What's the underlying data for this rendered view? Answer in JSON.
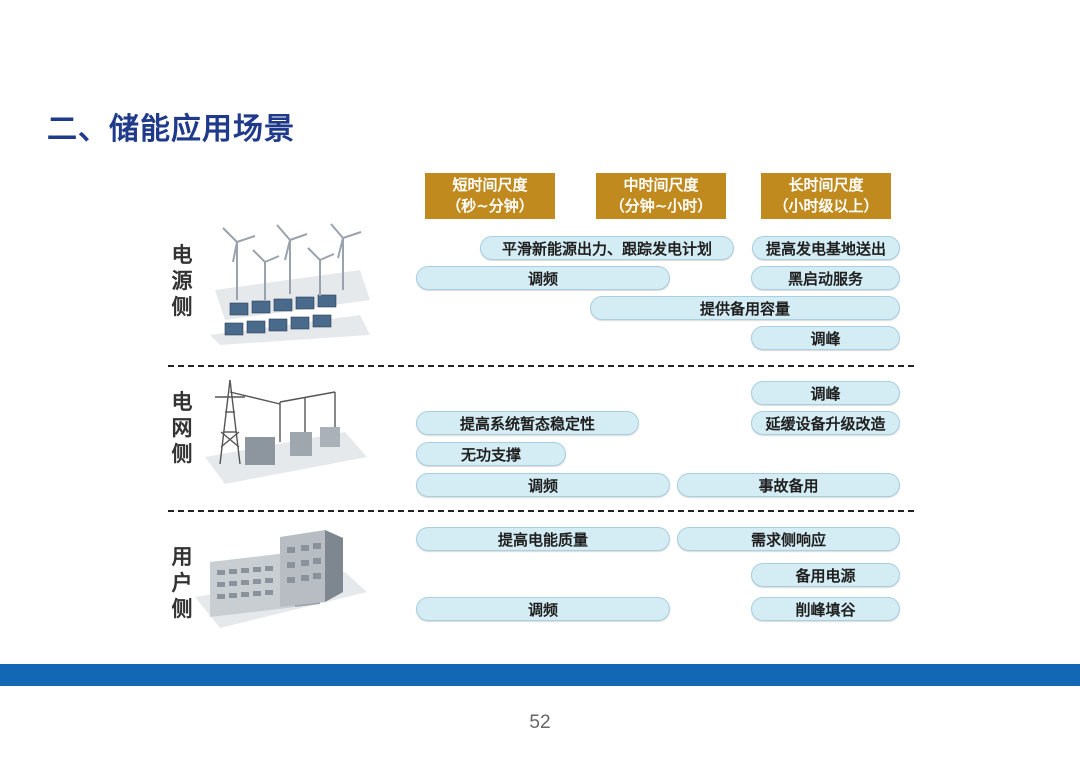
{
  "title": "二、储能应用场景",
  "headers": [
    {
      "line1": "短时间尺度",
      "line2": "（秒~分钟）"
    },
    {
      "line1": "中时间尺度",
      "line2": "（分钟~小时）"
    },
    {
      "line1": "长时间尺度",
      "line2": "（小时级以上）"
    }
  ],
  "sides": [
    {
      "chars": [
        "电",
        "源",
        "侧"
      ],
      "icon": "wind-solar-icon"
    },
    {
      "chars": [
        "电",
        "网",
        "侧"
      ],
      "icon": "substation-icon"
    },
    {
      "chars": [
        "用",
        "户",
        "侧"
      ],
      "icon": "building-icon"
    }
  ],
  "source_side": {
    "smooth": "平滑新能源出力、跟踪发电计划",
    "raise_base": "提高发电基地送出",
    "freq": "调频",
    "black_start": "黑启动服务",
    "reserve": "提供备用容量",
    "peak": "调峰"
  },
  "grid_side": {
    "peak": "调峰",
    "stability": "提高系统暂态稳定性",
    "defer": "延缓设备升级改造",
    "reactive": "无功支撑",
    "freq": "调频",
    "emergency": "事故备用"
  },
  "user_side": {
    "quality": "提高电能质量",
    "demand": "需求侧响应",
    "backup": "备用电源",
    "freq": "调频",
    "shave": "削峰填谷"
  },
  "page_number": "52"
}
